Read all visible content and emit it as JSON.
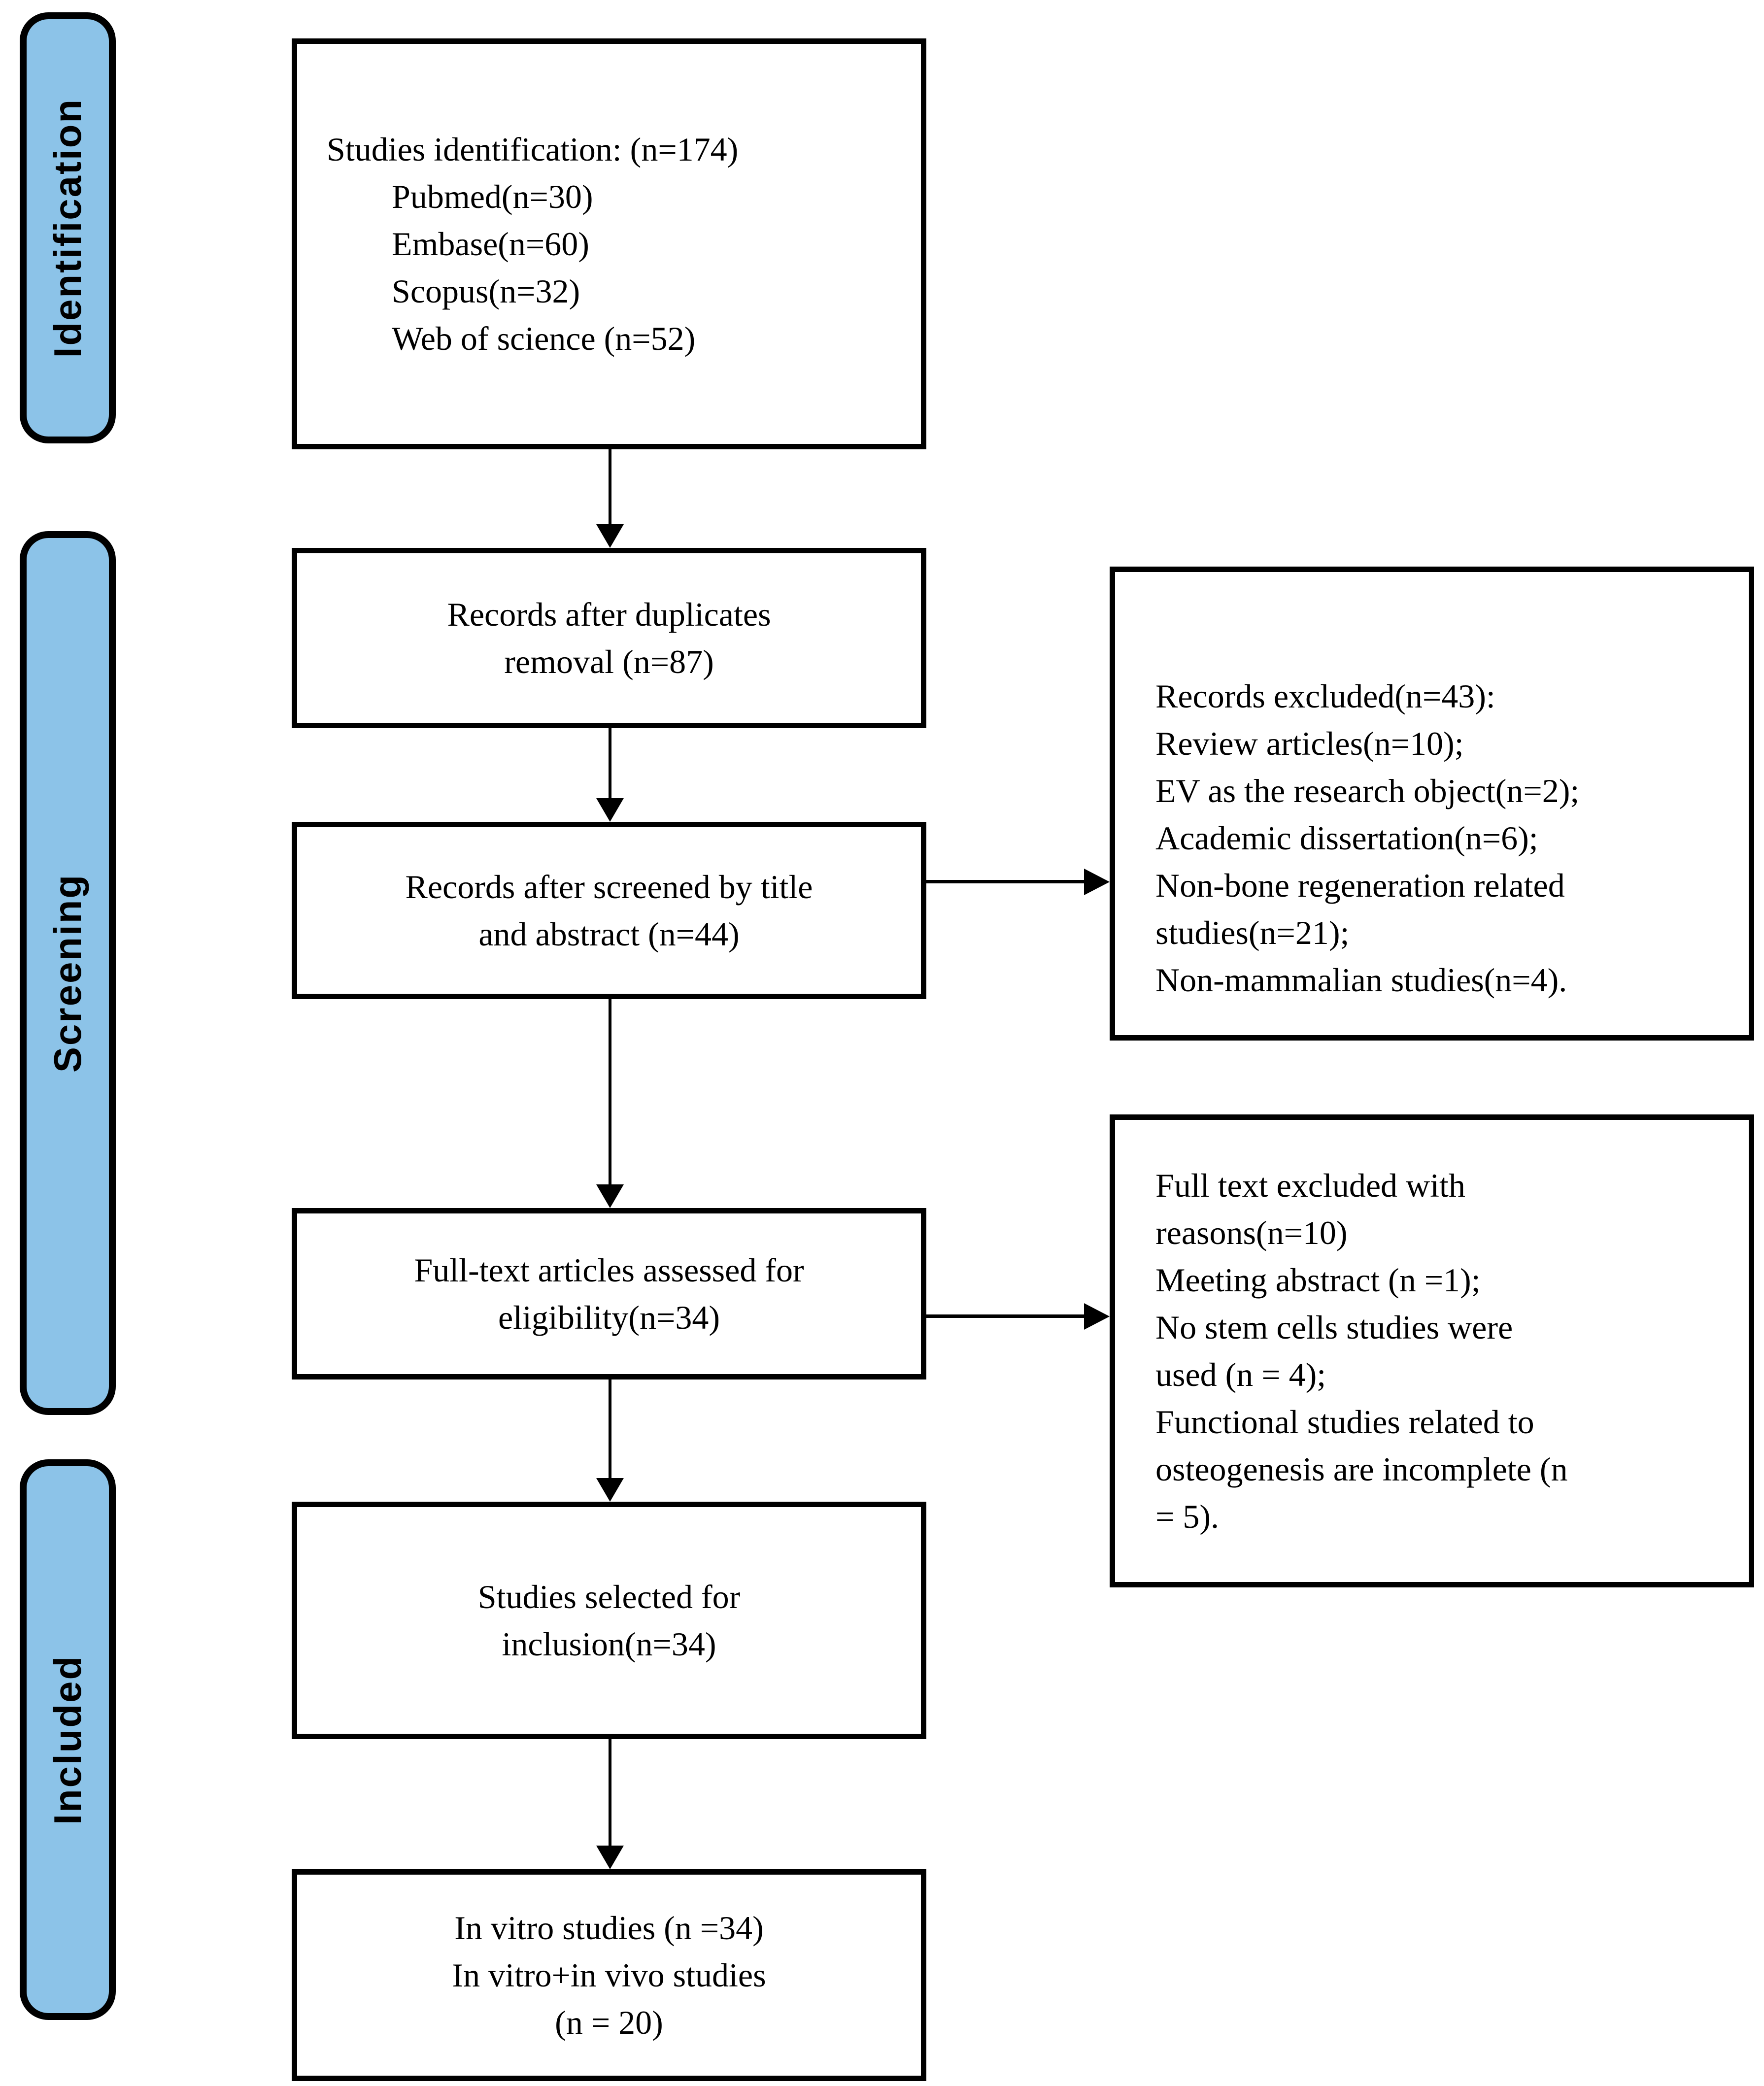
{
  "figure": {
    "accent_blue": "#8cc3e8",
    "line_color": "#000000",
    "background": "#ffffff"
  },
  "sidebar": {
    "identification": {
      "label": "Identification"
    },
    "screening": {
      "label": "Screening"
    },
    "included": {
      "label": "Included"
    }
  },
  "flow": {
    "identification_box": {
      "lines": [
        "Studies identification: (n=174)",
        "Pubmed(n=30)",
        "Embase(n=60)",
        "Scopus(n=32)",
        "Web of science (n=52)"
      ]
    },
    "duplicates_box": {
      "lines": [
        "Records after duplicates",
        "removal (n=87)"
      ]
    },
    "title_abstract_box": {
      "lines": [
        "Records after screened by title",
        "and abstract (n=44)"
      ]
    },
    "fulltext_box": {
      "lines": [
        "Full-text articles assessed for",
        "eligibility(n=34)"
      ]
    },
    "inclusion_box": {
      "lines": [
        "Studies selected for",
        "inclusion(n=34)"
      ]
    },
    "final_box": {
      "lines": [
        "In vitro studies (n =34)",
        "In vitro+in vivo studies",
        "(n = 20)"
      ]
    }
  },
  "exclusions": {
    "records_excluded_box": {
      "lines": [
        "Records excluded(n=43):",
        "Review articles(n=10);",
        "EV as the research object(n=2);",
        "Academic dissertation(n=6);",
        "Non-bone regeneration related",
        "studies(n=21);",
        "Non-mammalian studies(n=4)."
      ]
    },
    "fulltext_excluded_box": {
      "lines": [
        "Full text excluded with",
        "reasons(n=10)",
        "Meeting abstract (n =1);",
        "No stem cells studies were",
        "used (n = 4);",
        "Functional studies related to",
        "osteogenesis are incomplete (n",
        "= 5)."
      ]
    }
  }
}
